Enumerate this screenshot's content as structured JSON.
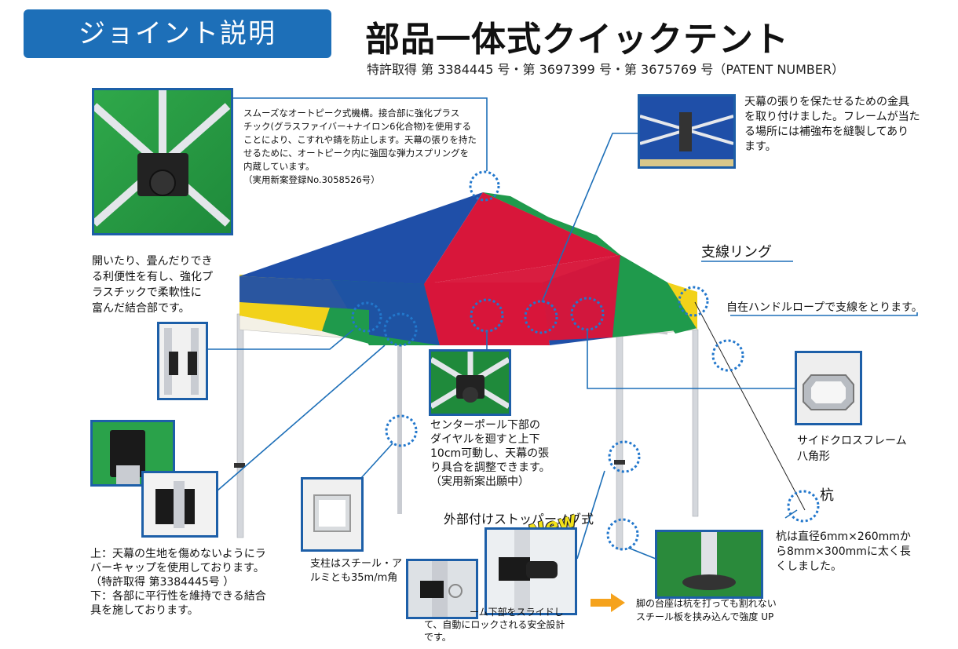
{
  "header": {
    "badge": "ジョイント説明",
    "title": "部品一体式クイックテント",
    "patent": "特許取得 第 3384445 号・第 3697399 号・第 3675769 号（PATENT NUMBER）"
  },
  "callouts": {
    "peak": {
      "lines": [
        "スムーズなオートピーク式機構。接合部に強化プラス",
        "チック(グラスファイバー+ナイロン6化合物)を使用する",
        "ことにより、こすれや錆を防止します。天幕の張りを持た",
        "せるために、オートピーク内に強固な弾力スプリングを",
        "内蔵しています。",
        "（実用新案登録No.3058526号）"
      ]
    },
    "bracket": {
      "lines": [
        "天幕の張りを保たせるための金具",
        "を取り付けました。フレームが当た",
        "る場所には補強布を縫製してあり",
        "ます。"
      ]
    },
    "ring": {
      "title": "支線リング",
      "note": "自在ハンドルロープで支線をとります。"
    },
    "joint": {
      "lines": [
        "開いたり、畳んだりでき",
        "る利便性を有し、強化プ",
        "ラスチックで柔軟性に",
        "富んだ結合部です。"
      ]
    },
    "side_frame": {
      "lines": [
        "サイドクロスフレーム",
        "八角形"
      ]
    },
    "center_pole": {
      "lines": [
        "センターポール下部の",
        "ダイヤルを廻すと上下",
        "10cm可動し、天幕の張",
        "り具合を調整できます。",
        "（実用新案出願中）"
      ]
    },
    "cap": {
      "lines": [
        "上：天幕の生地を傷めないようにラ",
        "バーキャップを使用しております。",
        "（特許取得 第3384445号 ）",
        "下：各部に平行性を維持できる結合",
        "具を施しております。"
      ]
    },
    "pole": {
      "lines": [
        "支柱はスチール・ア",
        "ルミとも35m/m角"
      ]
    },
    "stopper": {
      "title": "外部付けストッパーノブ式",
      "new_badge": "New",
      "lines": [
        "ーム下部をスライドし",
        "て、自動にロックされる安全設計",
        "です。"
      ]
    },
    "stake": {
      "title": "杭",
      "lines": [
        "杭は直径6mm×260mmか",
        "ら8mm×300mmに太く長",
        "くしました。"
      ]
    },
    "base": {
      "lines": [
        "脚の台座は杭を打っても割れない",
        "スチール板を挟み込んで強度 UP"
      ]
    }
  },
  "colors": {
    "accent_blue": "#1d6fb8",
    "canopy_blue": "#1f4fa8",
    "canopy_red": "#d8163a",
    "canopy_green": "#1f9a4c",
    "canopy_yellow": "#f2d21a",
    "arrow_orange": "#f5a21c"
  },
  "icons": [
    "right-arrow-icon",
    "new-badge-icon"
  ]
}
